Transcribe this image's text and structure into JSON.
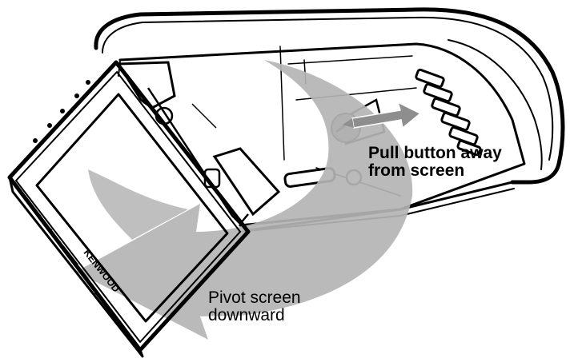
{
  "callouts": {
    "pull_line1": "Pull button away",
    "pull_line2": "from screen",
    "pivot_line1": "Pivot screen",
    "pivot_line2": "downward"
  },
  "device_brand": "KENWOOD",
  "colors": {
    "line": "#000000",
    "arrow_fill": "#b4b4b4",
    "arrow_fill_dark": "#8e8e8e",
    "background": "#ffffff"
  },
  "icons": {
    "pivot_arrow": "curved-arrow-down-left",
    "pull_arrow": "double-headed-arrow"
  }
}
